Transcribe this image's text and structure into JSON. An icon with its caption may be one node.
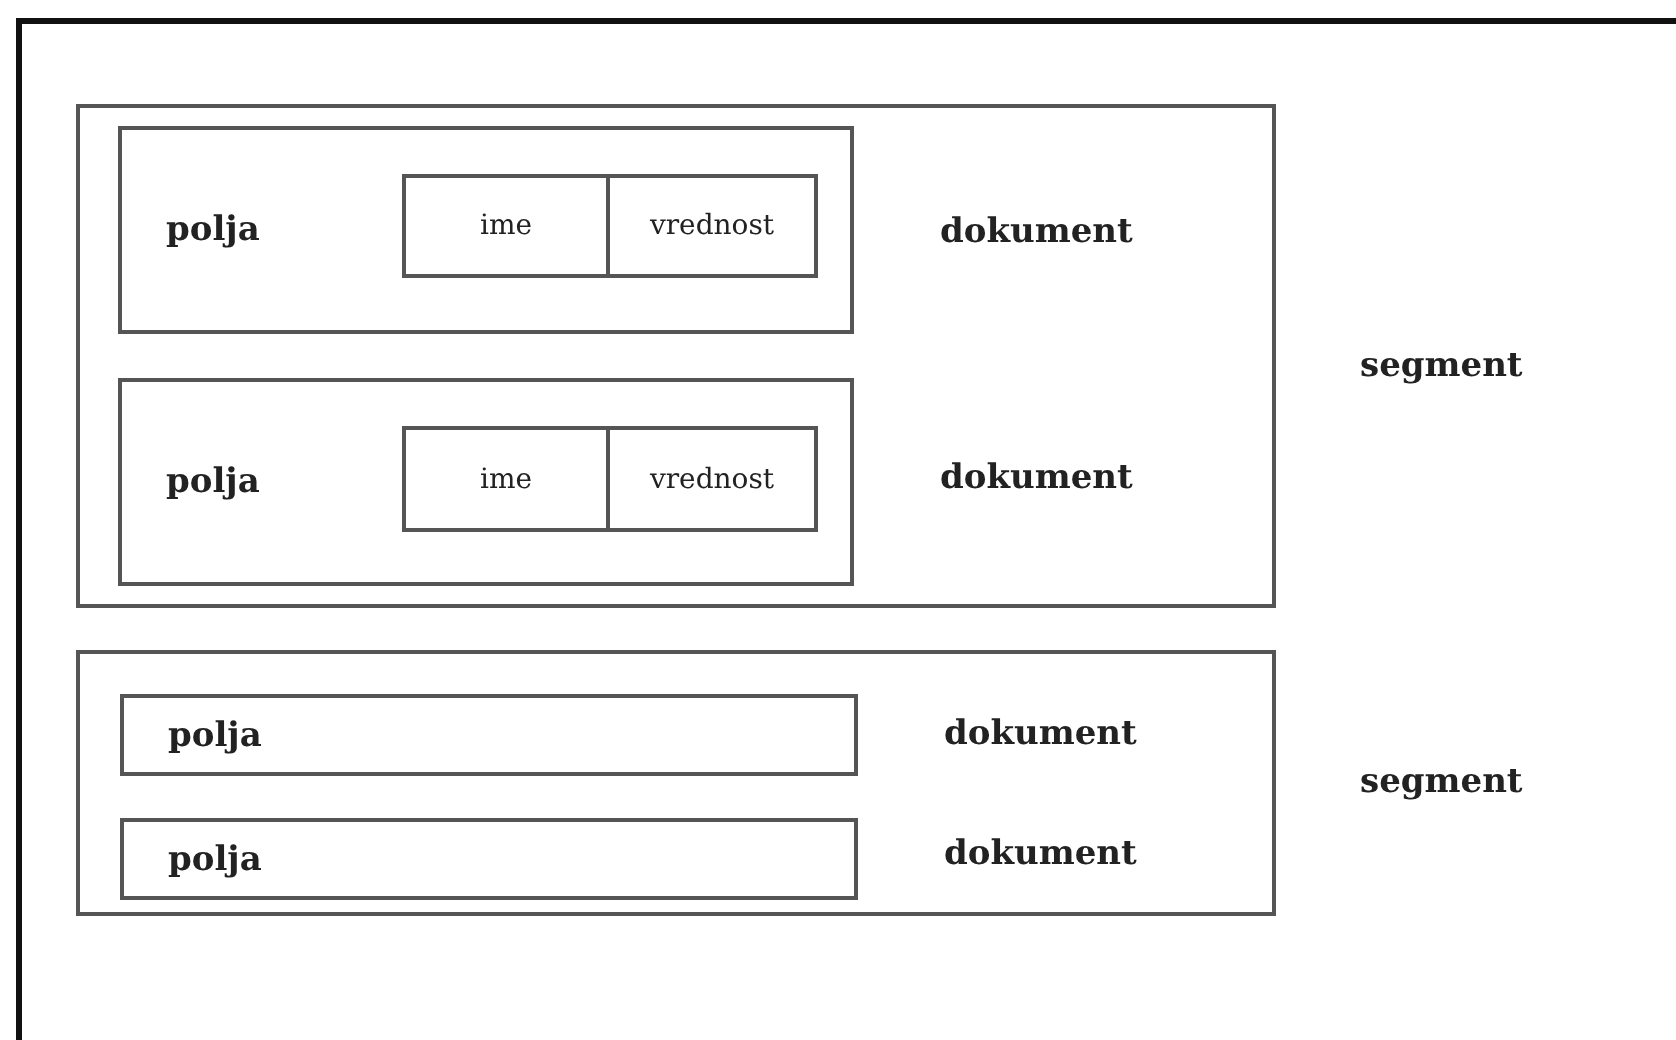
{
  "diagram": {
    "nodes": [
      {
        "text": [
          "segment"
        ]
      },
      {
        "text": [
          "polja"
        ],
        "beside": [
          "dokument"
        ],
        "in": 0
      },
      {
        "text": [
          "ime"
        ],
        "in": 1
      },
      {
        "text": [
          "vrednost"
        ],
        "in": 1
      },
      {
        "text": [
          "polja"
        ],
        "beside": [
          "dokument"
        ],
        "in": 0
      },
      {
        "text": [
          "ime"
        ],
        "in": 4
      },
      {
        "text": [
          "vrednost"
        ],
        "in": 4
      },
      {
        "text": [
          "segment"
        ]
      },
      {
        "text": [
          "polja"
        ],
        "beside": [
          "dokument"
        ],
        "in": 7
      },
      {
        "text": [
          "polja"
        ],
        "beside": [
          "dokument"
        ],
        "in": 7
      }
    ],
    "edges": []
  }
}
